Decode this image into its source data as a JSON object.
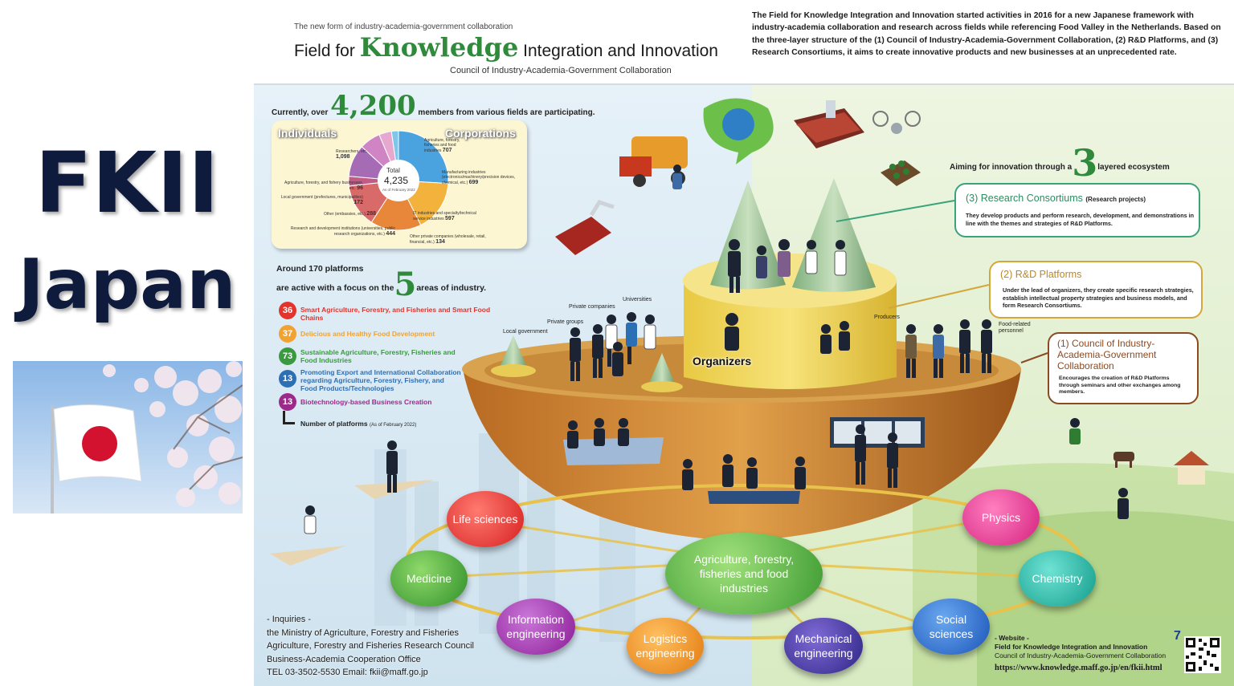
{
  "side": {
    "title_line1": "FKII",
    "title_line2": "Japan"
  },
  "header": {
    "tagline": "The new form of industry-academia-government collaboration",
    "title_pre": "Field for ",
    "title_big": "Knowledge",
    "title_post": " Integration and Innovation",
    "council": "Council of Industry-Academia-Government Collaboration",
    "intro": "The Field for Knowledge Integration and Innovation started activities in 2016 for a new Japanese framework with industry-academia collaboration and research across fields while referencing Food Valley in the Netherlands. Based on the three-layer structure of the (1) Council of Industry-Academia-Government Collaboration, (2) R&D Platforms, and (3) Research Consortiums, it aims to create innovative products and new businesses at an unprecedented rate."
  },
  "members": {
    "pre": "Currently, over",
    "count": "4,200",
    "post": "members from various fields are participating.",
    "individuals_label": "Individuals",
    "corporations_label": "Corporations",
    "total_label": "Total",
    "total_value": "4,235",
    "as_of": "As of February 2022",
    "segments": [
      {
        "label": "Researchers, etc.",
        "value": "1,098",
        "color": "#4aa3df"
      },
      {
        "label": "Agriculture, forestry, fisheries and food industries",
        "value": "707",
        "color": "#f3b23c"
      },
      {
        "label": "Manufacturing industries (electronics/machinery/precision devices, chemical, etc.)",
        "value": "699",
        "color": "#e8873a"
      },
      {
        "label": "IT industries and specialty/technical service industries",
        "value": "597",
        "color": "#d96a6a"
      },
      {
        "label": "Other private companies (wholesale, retail, financial, etc.)",
        "value": "134",
        "color": "#c25b86"
      },
      {
        "label": "Research and development institutions (universities, public research organizations, etc.)",
        "value": "444",
        "color": "#a56bb5"
      },
      {
        "label": "Other (embassies, etc.)",
        "value": "288",
        "color": "#cf84c4"
      },
      {
        "label": "Local government (prefectures, municipalities)",
        "value": "172",
        "color": "#e7a8d0"
      },
      {
        "label": "Agriculture, forestry, and fishery businesses, etc.",
        "value": "96",
        "color": "#7fc6ea"
      }
    ]
  },
  "platforms": {
    "line1": "Around 170 platforms",
    "line2_pre": "are active with a focus on the",
    "five": "5",
    "line2_post": "areas of industry.",
    "areas": [
      {
        "count": "36",
        "label": "Smart Agriculture, Forestry, and Fisheries and Smart Food Chains",
        "color": "#e2342d"
      },
      {
        "count": "37",
        "label": "Delicious and Healthy Food Development",
        "color": "#f2a230"
      },
      {
        "count": "73",
        "label": "Sustainable Agriculture, Forestry, Fisheries and Food Industries",
        "color": "#3a9a3f"
      },
      {
        "count": "13",
        "label": "Promoting Export and International Collaboration regarding Agriculture, Forestry, Fishery, and Food Products/Technologies",
        "color": "#2d6fb5"
      },
      {
        "count": "13",
        "label": "Biotechnology-based Business Creation",
        "color": "#9c2a8a"
      }
    ],
    "note": "Number of platforms",
    "note_date": "(As of February 2022)"
  },
  "ecosystem": {
    "pre": "Aiming for innovation through a",
    "three": "3",
    "post": "layered ecosystem"
  },
  "consortiums": {
    "title": "(3) Research Consortiums",
    "sub": "(Research projects)",
    "body": "They develop products and perform research, development, and demonstrations in line with the themes and strategies of R&D Platforms."
  },
  "rnd": {
    "title": "(2) R&D Platforms",
    "body": "Under the lead of organizers, they create specific research strategies, establish intellectual property strategies and business models, and form Research Consortiums."
  },
  "council_box": {
    "title": "(1) Council of Industry-Academia-Government Collaboration",
    "body": "Encourages the creation of R&D Platforms through seminars and other exchanges among members."
  },
  "labels": {
    "organizers": "Organizers",
    "universities": "Universities",
    "private_companies": "Private companies",
    "private_groups": "Private groups",
    "local_government": "Local government",
    "producers": "Producers",
    "food_related": "Food-related personnel"
  },
  "fields": {
    "center": "Agriculture, forestry, fisheries and food industries",
    "life": "Life sciences",
    "medicine": "Medicine",
    "info": "Information engineering",
    "logistics": "Logistics engineering",
    "mechanical": "Mechanical engineering",
    "social": "Social sciences",
    "chemistry": "Chemistry",
    "physics": "Physics"
  },
  "inquiries": {
    "title": "- Inquiries -",
    "line1": "the Ministry of Agriculture, Forestry and Fisheries",
    "line2": "Agriculture, Forestry and Fisheries Research Council",
    "line3": "Business-Academia Cooperation Office",
    "line4": "TEL 03-3502-5530    Email: fkii@maff.go.jp"
  },
  "website": {
    "title": "- Website -",
    "line1": "Field for Knowledge Integration and Innovation",
    "line2": "Council of Industry-Academia-Government Collaboration",
    "url": "https://www.knowledge.maff.go.jp/en/fkii.html",
    "page": "7"
  },
  "colors": {
    "navy": "#0f1b3d",
    "knowledge_green": "#2f8a3c",
    "teal_box": "#3aa37a",
    "gold_box": "#d4a73b",
    "brown_box": "#8a4a22"
  }
}
